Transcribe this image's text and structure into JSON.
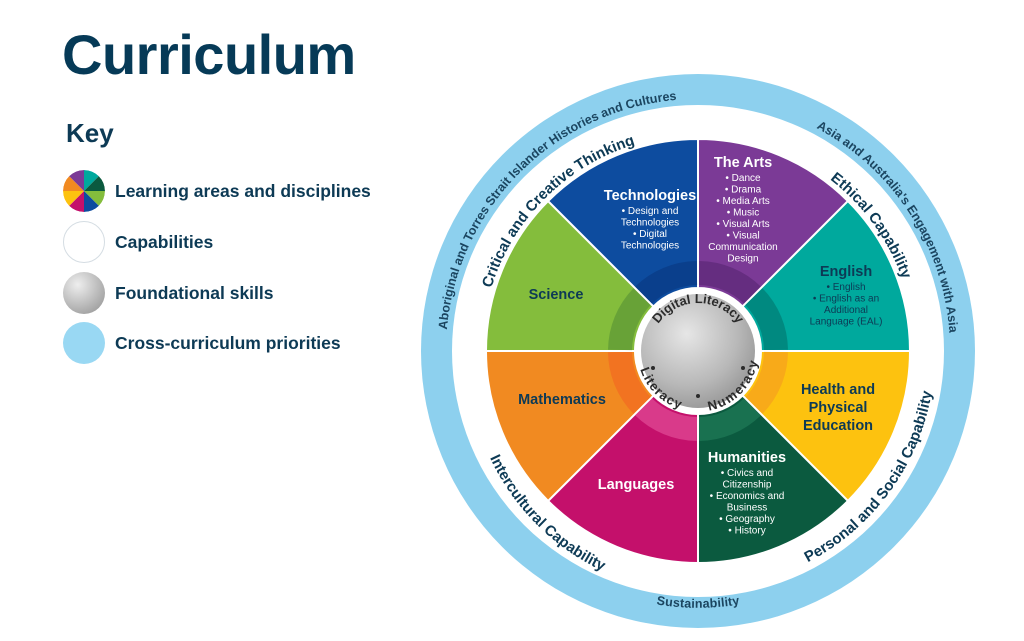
{
  "page": {
    "title": "Curriculum",
    "key_title": "Key"
  },
  "legend": [
    {
      "id": "learning-areas",
      "label": "Learning areas and disciplines",
      "icon": "multicolor-pie-icon"
    },
    {
      "id": "capabilities",
      "label": "Capabilities",
      "icon": "white-circle-icon"
    },
    {
      "id": "foundational",
      "label": "Foundational skills",
      "icon": "grey-circle-icon"
    },
    {
      "id": "cross-curriculum",
      "label": "Cross-curriculum priorities",
      "icon": "light-blue-circle-icon"
    }
  ],
  "legend_pie_colors": [
    "#00a99d",
    "#0b5a3f",
    "#84bd3c",
    "#0d4c9f",
    "#c4106b",
    "#fdc20f",
    "#f18a21",
    "#7b3a96"
  ],
  "colors": {
    "title": "#063a57",
    "cross_ring": "#8dd0ee",
    "capability_ring": "#ffffff",
    "core_grey": "#b3b3b3"
  },
  "cross_curriculum_priorities": [
    "Aboriginal and Torres Strait Islander Histories and Cultures",
    "Asia and Australia's Engagement with Asia",
    "Sustainability"
  ],
  "capabilities": [
    "Critical and Creative Thinking",
    "Ethical Capability",
    "Personal and Social Capability",
    "Intercultural Capability"
  ],
  "foundational_skills": [
    "Digital Literacy",
    "Numeracy",
    "Literacy"
  ],
  "learning_areas": [
    {
      "name": "The Arts",
      "color": "#7b3a96",
      "band": "#5e2a78",
      "text_color": "#ffffff",
      "disciplines": [
        "• Dance",
        "• Drama",
        "• Media Arts",
        "• Music",
        "• Visual Arts",
        "• Visual",
        "Communication",
        "Design"
      ]
    },
    {
      "name": "English",
      "color": "#00a99d",
      "band": "#007f77",
      "text_color": "#0d3a55",
      "disciplines": [
        "• English",
        "• English as an",
        "Additional",
        "Language (EAL)"
      ]
    },
    {
      "name": "Health and Physical Education",
      "lines": [
        "Health and",
        "Physical",
        "Education"
      ],
      "color": "#fdc20f",
      "band": "#f6a21e",
      "text_color": "#0d3a55",
      "disciplines": []
    },
    {
      "name": "Humanities",
      "color": "#0b5a3f",
      "band": "#1f7a57",
      "text_color": "#ffffff",
      "disciplines": [
        "• Civics and",
        "Citizenship",
        "•  Economics and",
        "Business",
        "• Geography",
        "• History"
      ]
    },
    {
      "name": "Languages",
      "color": "#c4106b",
      "band": "#e04894",
      "text_color": "#ffffff",
      "disciplines": []
    },
    {
      "name": "Mathematics",
      "color": "#f18a21",
      "band": "#f26b22",
      "text_color": "#0d3a55",
      "disciplines": []
    },
    {
      "name": "Science",
      "color": "#84bd3c",
      "band": "#5f9a35",
      "text_color": "#0d3a55",
      "disciplines": []
    },
    {
      "name": "Technologies",
      "color": "#0d4c9f",
      "band": "#0a3b86",
      "text_color": "#ffffff",
      "disciplines": [
        "• Design and",
        "Technologies",
        "• Digital",
        "Technologies"
      ]
    }
  ]
}
